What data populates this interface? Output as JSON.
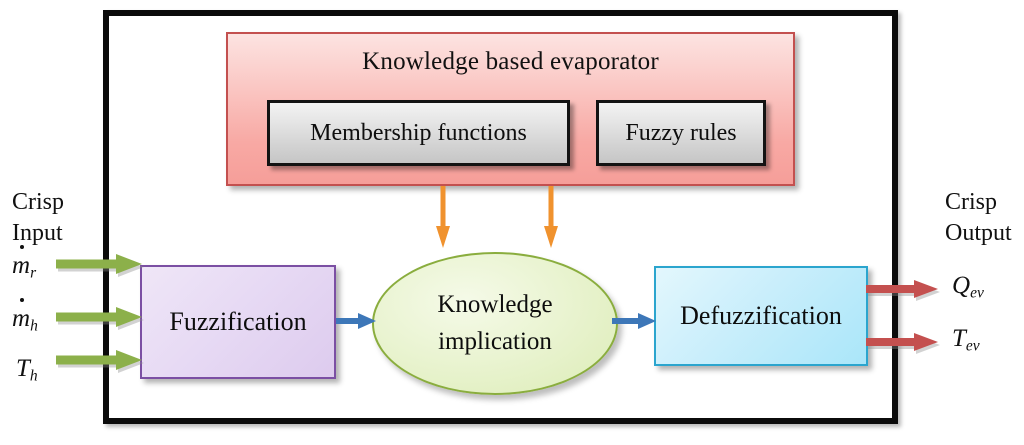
{
  "diagram": {
    "title_region": "fuzzy logic evaporator controller block diagram",
    "knowledge_base": {
      "title": "Knowledge based evaporator",
      "buttons": [
        {
          "id": "membership",
          "label": "Membership functions"
        },
        {
          "id": "rules",
          "label": "Fuzzy rules"
        }
      ],
      "fill_top_color": "#fce3e1",
      "fill_bottom_color": "#f69e99",
      "border_color": "#c3504f"
    },
    "blocks": [
      {
        "id": "fuzzification",
        "label": "Fuzzification",
        "border_color": "#7b4fa3",
        "fill_color": "#e7daf4"
      },
      {
        "id": "knowledge-implication",
        "label_line1": "Knowledge",
        "label_line2": "implication",
        "border_color": "#8aad3e",
        "fill_color": "#eaf4d2"
      },
      {
        "id": "defuzzification",
        "label": "Defuzzification",
        "border_color": "#2ba5ce",
        "fill_color": "#c9eefb"
      }
    ],
    "input_side": {
      "heading_line1": "Crisp",
      "heading_line2": "Input",
      "arrow_color": "#8cb04a",
      "variables": [
        {
          "symbol": "m",
          "accent": "dot",
          "subscript": "r",
          "display": "ṁr"
        },
        {
          "symbol": "m",
          "accent": "dot",
          "subscript": "h",
          "display": "ṁh"
        },
        {
          "symbol": "T",
          "accent": "none",
          "subscript": "h",
          "display": "Th"
        }
      ]
    },
    "output_side": {
      "heading_line1": "Crisp",
      "heading_line2": "Output",
      "arrow_color": "#c4504f",
      "variables": [
        {
          "symbol": "Q",
          "subscript": "ev",
          "display": "Qev"
        },
        {
          "symbol": "T",
          "subscript": "ev",
          "display": "Tev"
        }
      ]
    },
    "connectors": {
      "knowledge_feed_arrow_color": "#f0922e",
      "flow_arrow_color": "#3d77b8",
      "frame_color": "#0b0b0b"
    }
  }
}
